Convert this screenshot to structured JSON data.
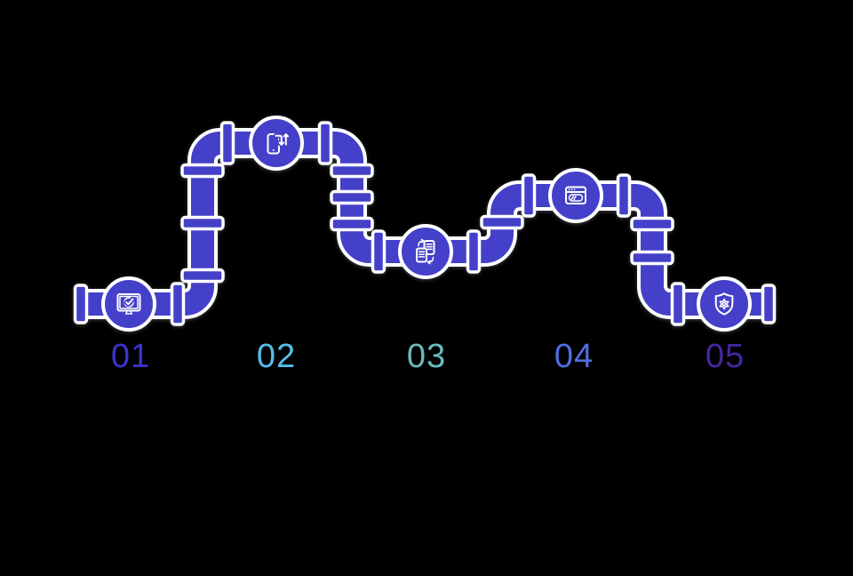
{
  "infographic": {
    "type": "pipeline-process-diagram",
    "background": "#000000",
    "colors": {
      "pipe": "#4440C9",
      "outline": "#FFFFFF",
      "background": "#000000"
    },
    "steps": [
      {
        "label": "01",
        "label_color": "#3B33CE",
        "icon": "monitor-check-icon"
      },
      {
        "label": "02",
        "label_color": "#54BFE9",
        "icon": "phone-sync-icon"
      },
      {
        "label": "03",
        "label_color": "#6ABBBC",
        "icon": "document-sync-icon"
      },
      {
        "label": "04",
        "label_color": "#4F6EE0",
        "icon": "browser-card-icon"
      },
      {
        "label": "05",
        "label_color": "#44259E",
        "icon": "shield-gear-icon"
      }
    ]
  }
}
